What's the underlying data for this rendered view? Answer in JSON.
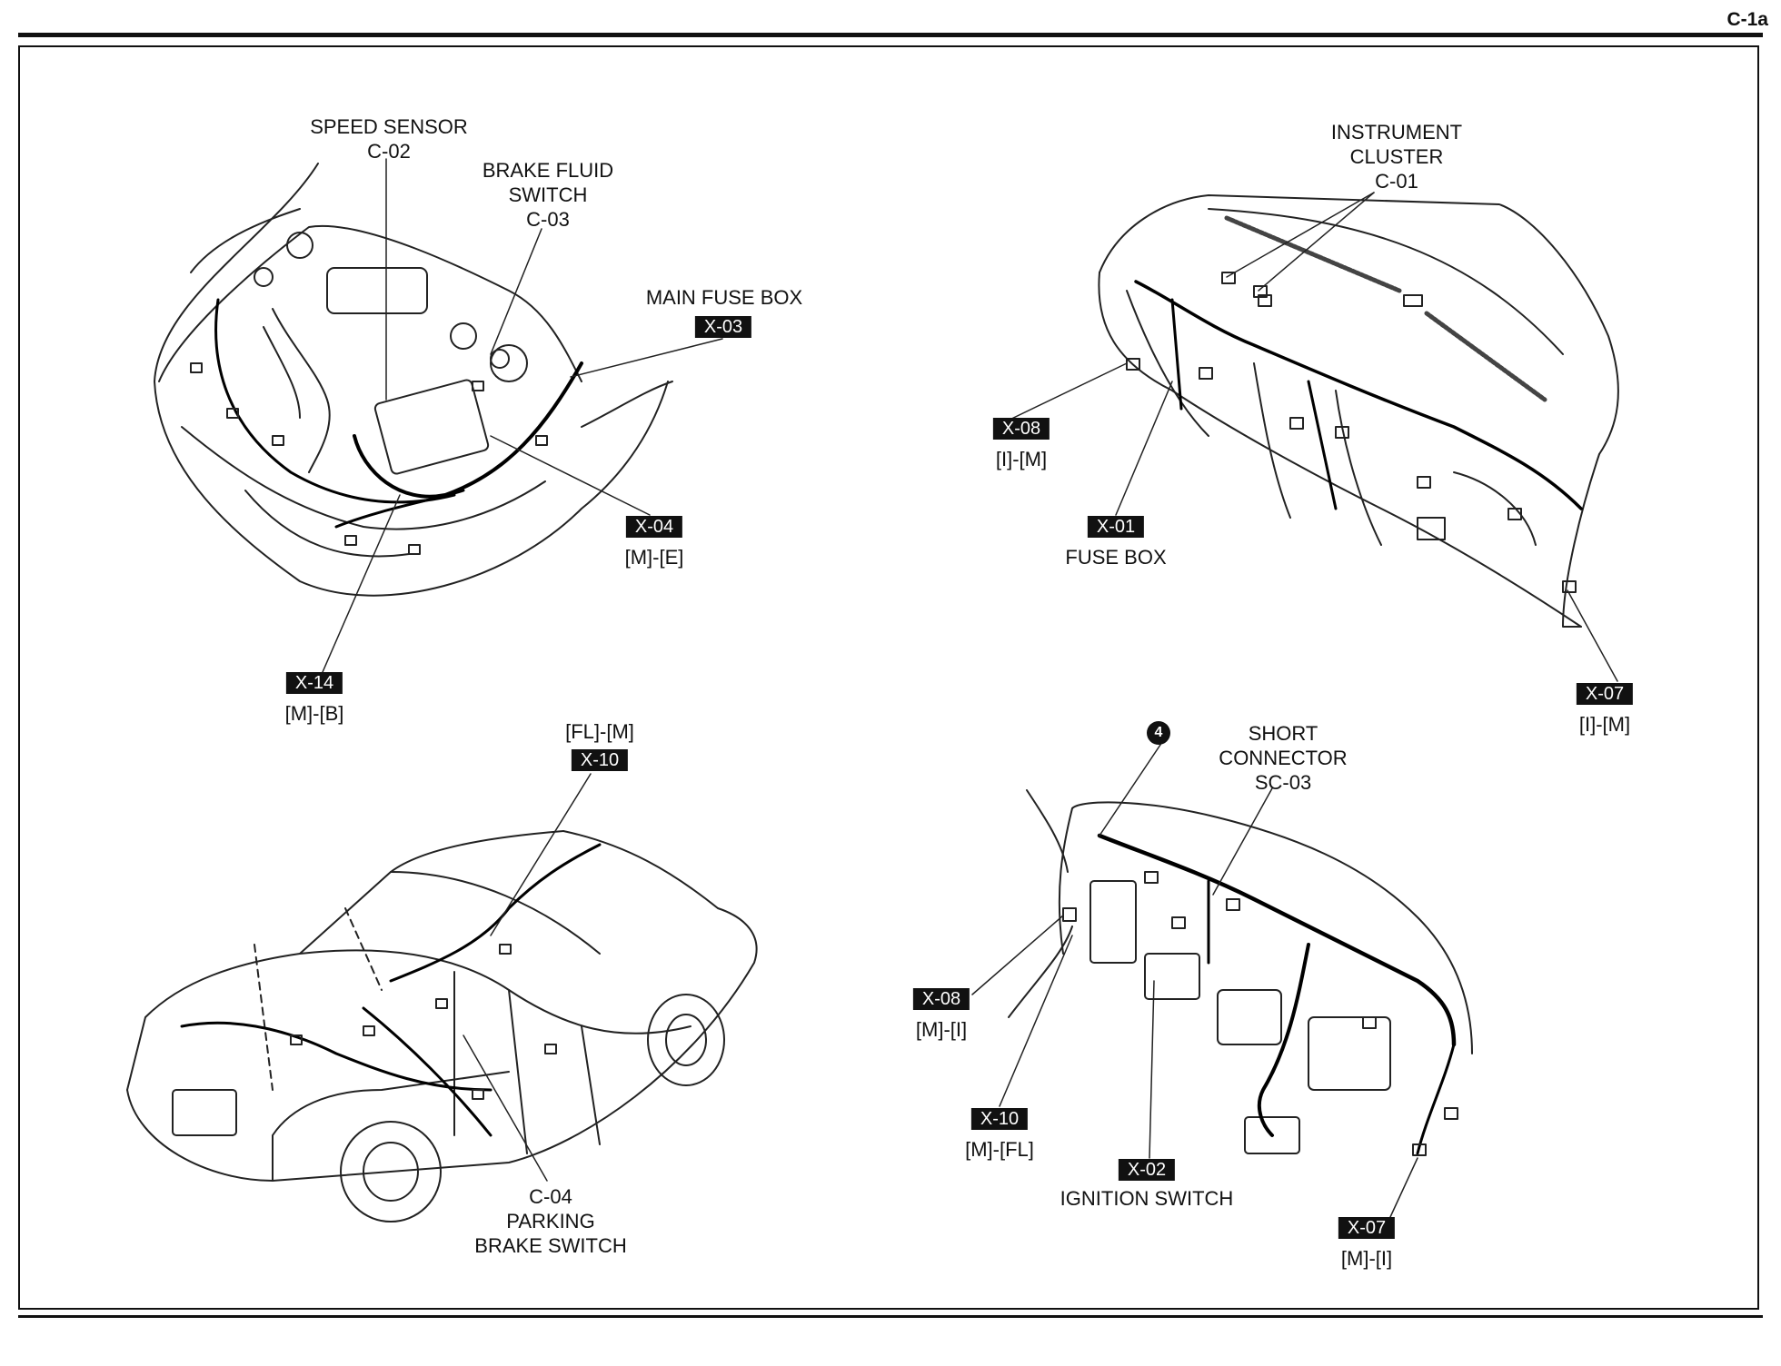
{
  "page_id": "C-1a",
  "engine_bay": {
    "speed_sensor": {
      "name": "SPEED SENSOR",
      "code": "C-02"
    },
    "brake_fluid_switch": {
      "line1": "BRAKE FLUID",
      "line2": "SWITCH",
      "code": "C-03"
    },
    "main_fuse_box": {
      "name": "MAIN FUSE BOX",
      "tag": "X-03"
    },
    "x04": {
      "tag": "X-04",
      "pair": "[M]-[E]"
    },
    "x14": {
      "tag": "X-14",
      "pair": "[M]-[B]"
    }
  },
  "dashboard": {
    "instrument_cluster": {
      "line1": "INSTRUMENT",
      "line2": "CLUSTER",
      "code": "C-01"
    },
    "x08": {
      "tag": "X-08",
      "pair": "[I]-[M]"
    },
    "x01": {
      "tag": "X-01",
      "name": "FUSE BOX"
    },
    "x07": {
      "tag": "X-07",
      "pair": "[I]-[M]"
    }
  },
  "vehicle": {
    "x10": {
      "pair": "[FL]-[M]",
      "tag": "X-10"
    },
    "parking_brake_switch": {
      "code": "C-04",
      "line1": "PARKING",
      "line2": "BRAKE SWITCH"
    }
  },
  "main_harness": {
    "callout_number": "4",
    "short_connector": {
      "line1": "SHORT",
      "line2": "CONNECTOR",
      "code": "SC-03"
    },
    "x08": {
      "tag": "X-08",
      "pair": "[M]-[I]"
    },
    "x10": {
      "tag": "X-10",
      "pair": "[M]-[FL]"
    },
    "x02": {
      "tag": "X-02",
      "name": "IGNITION SWITCH"
    },
    "x07": {
      "tag": "X-07",
      "pair": "[M]-[I]"
    }
  }
}
